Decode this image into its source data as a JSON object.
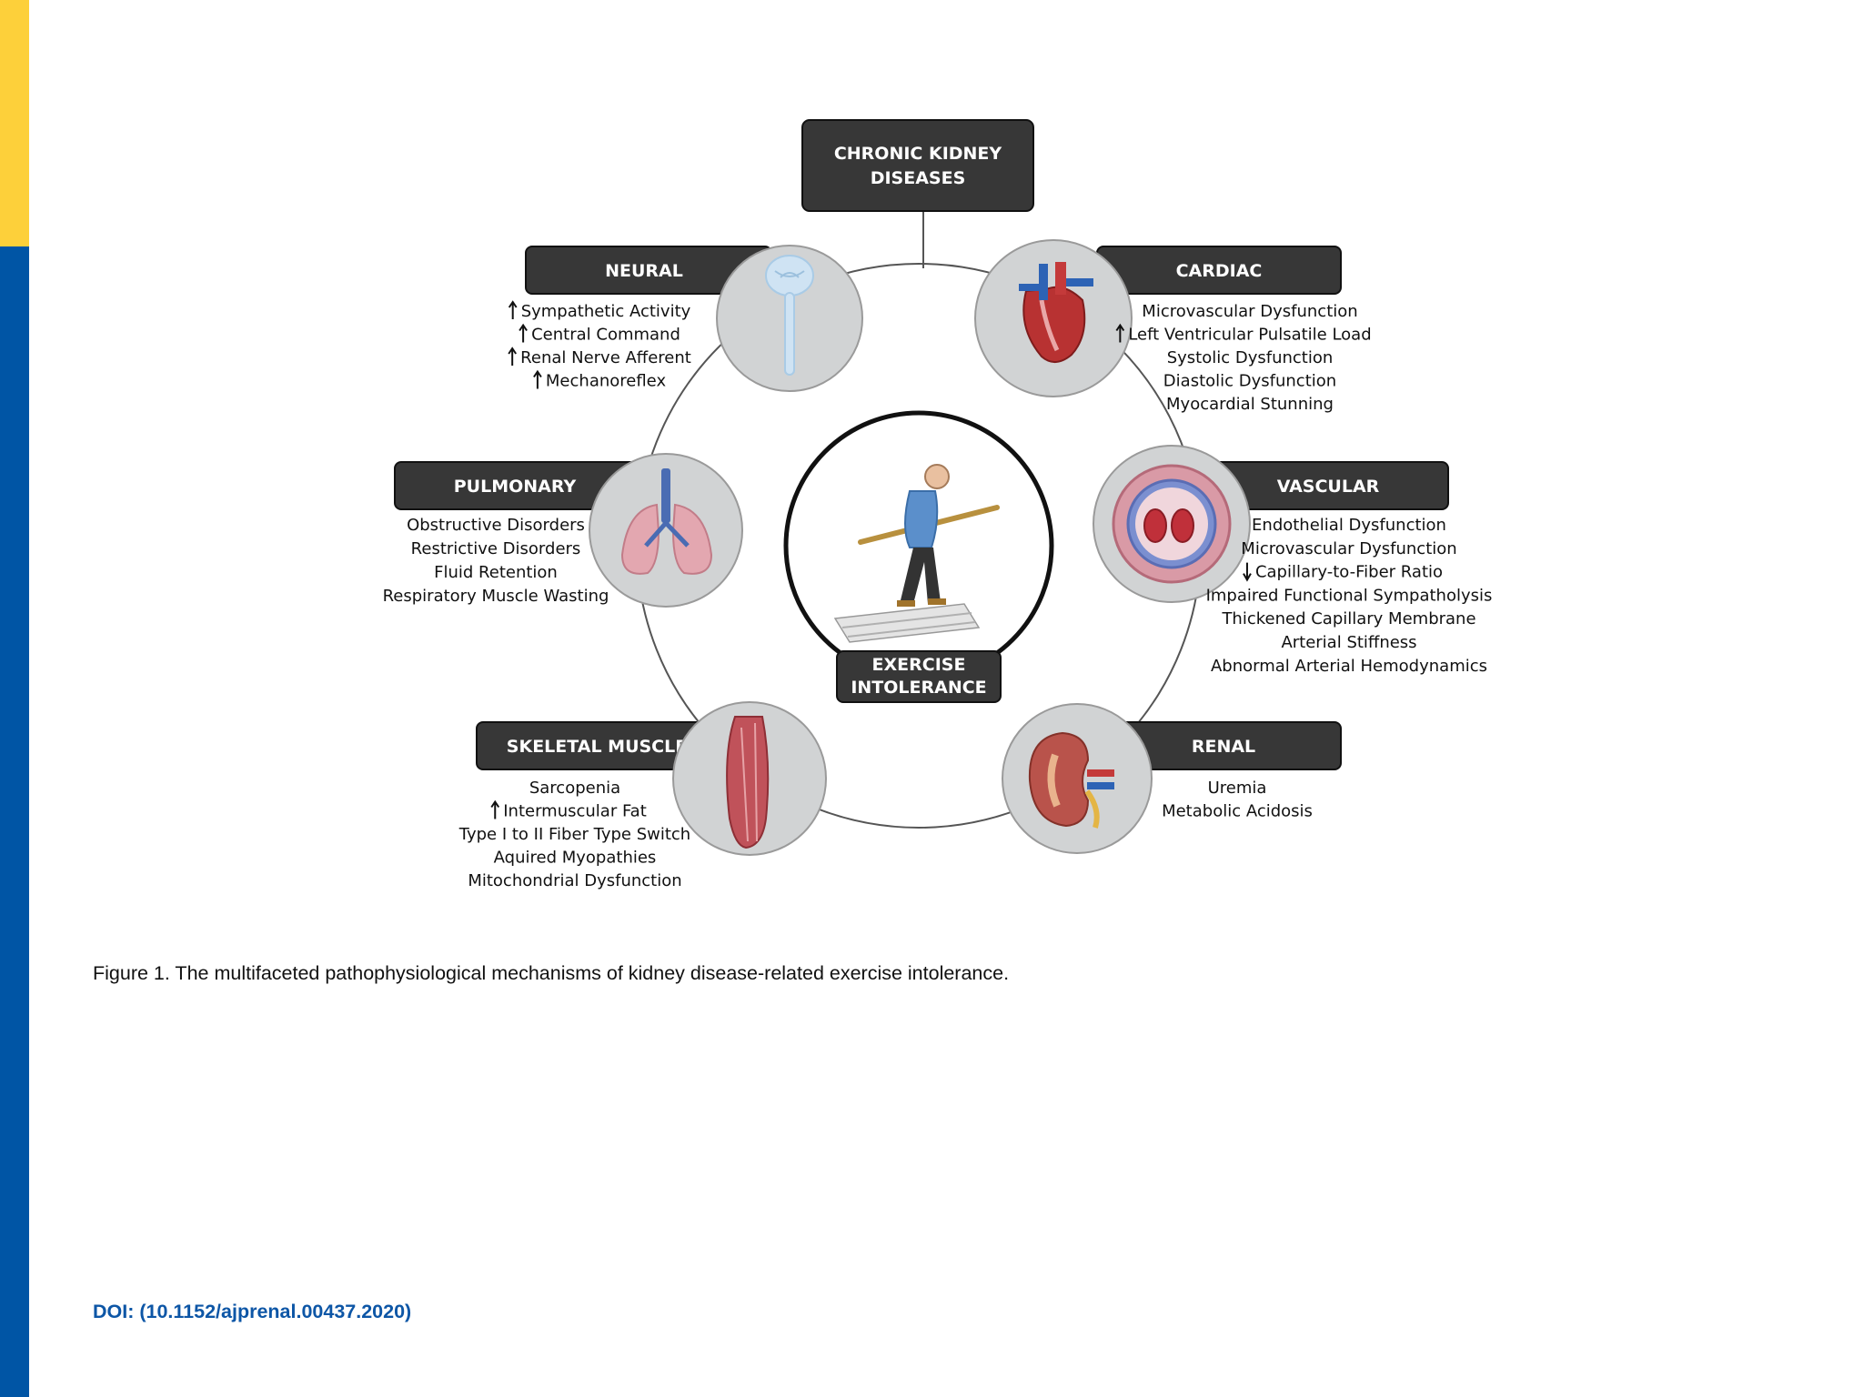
{
  "colors": {
    "accent_top": "#fdd03a",
    "accent_side": "#0055a5",
    "box": "#373737",
    "icon_circle": "#d1d3d4"
  },
  "top_box": {
    "line1": "CHRONIC KIDNEY",
    "line2": "DISEASES"
  },
  "center": {
    "line1": "EXERCISE",
    "line2": "INTOLERANCE"
  },
  "neural": {
    "title": "NEURAL",
    "items": [
      {
        "arrow": "up",
        "text": "Sympathetic Activity"
      },
      {
        "arrow": "up",
        "text": "Central Command"
      },
      {
        "arrow": "up",
        "text": "Renal Nerve Afferent"
      },
      {
        "arrow": "up",
        "text": "Mechanoreflex"
      }
    ]
  },
  "cardiac": {
    "title": "CARDIAC",
    "items": [
      {
        "arrow": "",
        "text": "Microvascular Dysfunction"
      },
      {
        "arrow": "up",
        "text": "Left Ventricular Pulsatile Load"
      },
      {
        "arrow": "",
        "text": "Systolic Dysfunction"
      },
      {
        "arrow": "",
        "text": "Diastolic Dysfunction"
      },
      {
        "arrow": "",
        "text": "Myocardial Stunning"
      }
    ]
  },
  "pulmonary": {
    "title": "PULMONARY",
    "items": [
      {
        "arrow": "",
        "text": "Obstructive Disorders"
      },
      {
        "arrow": "",
        "text": "Restrictive Disorders"
      },
      {
        "arrow": "",
        "text": "Fluid Retention"
      },
      {
        "arrow": "",
        "text": "Respiratory Muscle Wasting"
      }
    ]
  },
  "vascular": {
    "title": "VASCULAR",
    "items": [
      {
        "arrow": "",
        "text": "Endothelial Dysfunction"
      },
      {
        "arrow": "",
        "text": "Microvascular Dysfunction"
      },
      {
        "arrow": "down",
        "text": "Capillary-to-Fiber Ratio"
      },
      {
        "arrow": "",
        "text": "Impaired Functional Sympatholysis"
      },
      {
        "arrow": "",
        "text": "Thickened Capillary Membrane"
      },
      {
        "arrow": "",
        "text": "Arterial Stiffness"
      },
      {
        "arrow": "",
        "text": "Abnormal Arterial Hemodynamics"
      }
    ]
  },
  "skeletal": {
    "title": "SKELETAL MUSCLE",
    "items": [
      {
        "arrow": "",
        "text": "Sarcopenia"
      },
      {
        "arrow": "up",
        "text": "Intermuscular Fat"
      },
      {
        "arrow": "",
        "text": "Type I to II Fiber Type Switch"
      },
      {
        "arrow": "",
        "text": "Aquired Myopathies"
      },
      {
        "arrow": "",
        "text": "Mitochondrial Dysfunction"
      }
    ]
  },
  "renal": {
    "title": "RENAL",
    "items": [
      {
        "arrow": "",
        "text": "Uremia"
      },
      {
        "arrow": "",
        "text": "Metabolic Acidosis"
      }
    ]
  },
  "caption": "Figure 1. The multifaceted pathophysiological mechanisms of kidney disease-related exercise intolerance.",
  "doi": "DOI: (10.1152/ajprenal.00437.2020)"
}
